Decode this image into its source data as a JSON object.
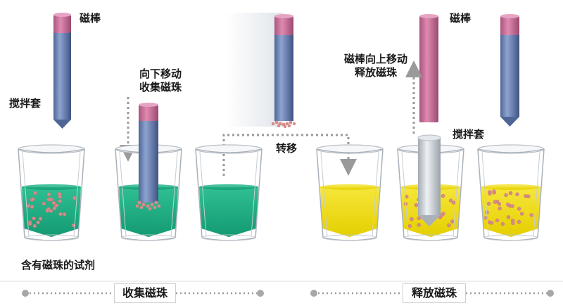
{
  "labels": {
    "magnetic_rod_1": "磁棒",
    "stir_sleeve_1": "搅拌套",
    "move_down_collect": "向下移动\n收集磁珠",
    "transfer": "转移",
    "move_up_release": "磁棒向上移动\n释放磁珠",
    "magnetic_rod_2": "磁棒",
    "stir_sleeve_2": "搅拌套",
    "reagent": "含有磁珠的试剂"
  },
  "stages": {
    "collect": "收集磁珠",
    "release": "释放磁珠"
  },
  "colors": {
    "magnet_pink": "#c9739a",
    "sleeve_blue": "#6c83b4",
    "sleeve_grey": "#c5cbd2",
    "liquid_green": "#1fae85",
    "liquid_yellow": "#eedc10",
    "bead_red": "#d98a8a",
    "arrow_grey": "#9a9a9a"
  }
}
